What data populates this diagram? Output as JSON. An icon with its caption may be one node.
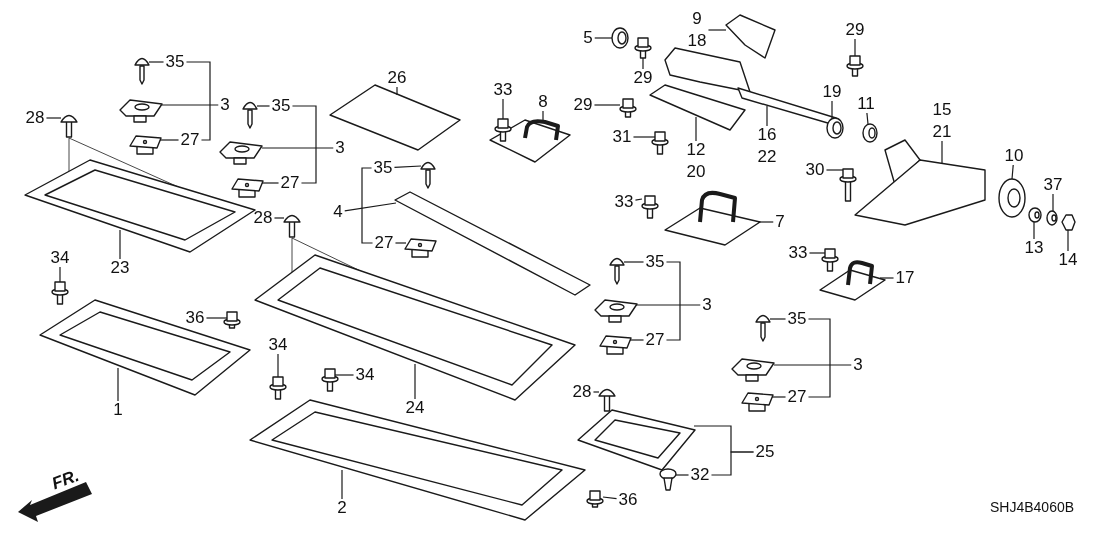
{
  "diagram": {
    "nodes": [
      {
        "text": [
          "9",
          "18"
        ]
      },
      {
        "text": [
          "5"
        ]
      },
      {
        "text": [
          "29"
        ]
      },
      {
        "text": [
          "35"
        ]
      },
      {
        "text": [
          "29"
        ]
      },
      {
        "text": [
          "26"
        ]
      },
      {
        "text": [
          "33"
        ]
      },
      {
        "text": [
          "19"
        ]
      },
      {
        "text": [
          "8"
        ]
      },
      {
        "text": [
          "11"
        ]
      },
      {
        "text": [
          "3"
        ]
      },
      {
        "text": [
          "35"
        ]
      },
      {
        "text": [
          "29"
        ]
      },
      {
        "text": [
          "15",
          "21"
        ]
      },
      {
        "text": [
          "28"
        ]
      },
      {
        "text": [
          "16",
          "22"
        ]
      },
      {
        "text": [
          "31"
        ]
      },
      {
        "text": [
          "27"
        ]
      },
      {
        "text": [
          "3"
        ]
      },
      {
        "text": [
          "12",
          "20"
        ]
      },
      {
        "text": [
          "10"
        ]
      },
      {
        "text": [
          "30"
        ]
      },
      {
        "text": [
          "27"
        ]
      },
      {
        "text": [
          "35"
        ]
      },
      {
        "text": [
          "37"
        ]
      },
      {
        "text": [
          "33"
        ]
      },
      {
        "text": [
          "4"
        ]
      },
      {
        "text": [
          "28"
        ]
      },
      {
        "text": [
          "7"
        ]
      },
      {
        "text": [
          "27"
        ]
      },
      {
        "text": [
          "13"
        ]
      },
      {
        "text": [
          "33"
        ]
      },
      {
        "text": [
          "34"
        ]
      },
      {
        "text": [
          "14"
        ]
      },
      {
        "text": [
          "35"
        ]
      },
      {
        "text": [
          "23"
        ]
      },
      {
        "text": [
          "17"
        ]
      },
      {
        "text": [
          "3"
        ]
      },
      {
        "text": [
          "36"
        ]
      },
      {
        "text": [
          "35"
        ]
      },
      {
        "text": [
          "27"
        ]
      },
      {
        "text": [
          "34"
        ]
      },
      {
        "text": [
          "3"
        ]
      },
      {
        "text": [
          "34"
        ]
      },
      {
        "text": [
          "28"
        ]
      },
      {
        "text": [
          "27"
        ]
      },
      {
        "text": [
          "24"
        ]
      },
      {
        "text": [
          "1"
        ]
      },
      {
        "text": [
          "36"
        ]
      },
      {
        "text": [
          "25"
        ]
      },
      {
        "text": [
          "32"
        ]
      },
      {
        "text": [
          "2"
        ]
      },
      {
        "text": [],
        "shape": "picture"
      },
      {
        "text": [],
        "shape": "picture"
      },
      {
        "text": [],
        "shape": "picture"
      },
      {
        "text": [],
        "shape": "picture"
      },
      {
        "text": [],
        "shape": "picture"
      },
      {
        "text": [],
        "shape": "picture"
      },
      {
        "text": [],
        "shape": "picture"
      },
      {
        "text": [],
        "shape": "picture"
      },
      {
        "text": [],
        "shape": "picture"
      },
      {
        "text": [],
        "shape": "picture"
      },
      {
        "text": [],
        "shape": "picture"
      },
      {
        "text": [],
        "shape": "picture"
      },
      {
        "text": [],
        "shape": "picture"
      },
      {
        "text": [],
        "shape": "picture"
      },
      {
        "text": [],
        "shape": "picture"
      },
      {
        "text": [],
        "shape": "picture"
      },
      {
        "text": [],
        "shape": "picture"
      },
      {
        "text": [],
        "shape": "picture"
      },
      {
        "text": [],
        "shape": "picture"
      },
      {
        "text": [],
        "shape": "picture"
      },
      {
        "text": [],
        "shape": "picture"
      },
      {
        "text": [],
        "shape": "picture"
      },
      {
        "text": [],
        "shape": "picture"
      },
      {
        "text": [],
        "shape": "picture"
      },
      {
        "text": [],
        "shape": "picture"
      },
      {
        "text": [],
        "shape": "picture"
      },
      {
        "text": [],
        "shape": "picture"
      },
      {
        "text": [],
        "shape": "picture"
      },
      {
        "text": [],
        "shape": "picture"
      },
      {
        "text": [],
        "shape": "picture"
      },
      {
        "text": [],
        "shape": "picture"
      },
      {
        "text": [],
        "shape": "picture"
      },
      {
        "text": [],
        "shape": "picture"
      },
      {
        "text": [],
        "shape": "picture"
      },
      {
        "text": [],
        "shape": "picture"
      },
      {
        "text": [],
        "shape": "picture"
      },
      {
        "text": [],
        "shape": "picture"
      },
      {
        "text": [],
        "shape": "picture"
      },
      {
        "text": [],
        "shape": "picture"
      },
      {
        "text": [],
        "shape": "picture"
      },
      {
        "text": [],
        "shape": "picture"
      },
      {
        "text": [],
        "shape": "picture"
      },
      {
        "text": [],
        "shape": "picture"
      },
      {
        "text": [],
        "shape": "picture"
      },
      {
        "text": [],
        "shape": "picture"
      },
      {
        "text": [],
        "shape": "picture"
      },
      {
        "text": [],
        "shape": "picture"
      },
      {
        "text": [],
        "shape": "picture"
      },
      {
        "text": [],
        "shape": "picture"
      },
      {
        "text": [],
        "shape": "picture"
      },
      {
        "text": [],
        "shape": "picture"
      },
      {
        "text": [],
        "shape": "picture"
      }
    ],
    "edges": [
      {
        "from": 0,
        "to": 52,
        "arrow": "none"
      },
      {
        "from": 1,
        "to": 53,
        "arrow": "none"
      },
      {
        "from": 2,
        "to": 56,
        "arrow": "none"
      },
      {
        "from": 3,
        "to": 55,
        "arrow": "none"
      },
      {
        "from": 4,
        "to": 54,
        "arrow": "none"
      },
      {
        "from": 5,
        "to": 58,
        "arrow": "none"
      },
      {
        "from": 6,
        "to": 65,
        "arrow": "none"
      },
      {
        "from": 7,
        "to": 66,
        "arrow": "none"
      },
      {
        "from": 8,
        "to": 63,
        "arrow": "none"
      },
      {
        "from": 9,
        "to": 67,
        "arrow": "none"
      },
      {
        "from": 10,
        "to": 61,
        "arrow": "none"
      },
      {
        "from": 11,
        "to": 62,
        "arrow": "none"
      },
      {
        "from": 12,
        "to": 60,
        "arrow": "none"
      },
      {
        "from": 13,
        "to": 71,
        "arrow": "none"
      },
      {
        "from": 14,
        "to": 64,
        "arrow": "none"
      },
      {
        "from": 15,
        "to": 57,
        "arrow": "none"
      },
      {
        "from": 16,
        "to": 68,
        "arrow": "none"
      },
      {
        "from": 17,
        "to": 69,
        "arrow": "none"
      },
      {
        "from": 18,
        "to": 70,
        "arrow": "none"
      },
      {
        "from": 19,
        "to": 59,
        "arrow": "none"
      },
      {
        "from": 20,
        "to": 76,
        "arrow": "none"
      },
      {
        "from": 21,
        "to": 73,
        "arrow": "none"
      },
      {
        "from": 22,
        "to": 74,
        "arrow": "none"
      },
      {
        "from": 23,
        "to": 75,
        "arrow": "none"
      },
      {
        "from": 24,
        "to": 80,
        "arrow": "none"
      },
      {
        "from": 25,
        "to": 78,
        "arrow": "none"
      },
      {
        "from": 26,
        "to": 77,
        "arrow": "none"
      },
      {
        "from": 27,
        "to": 82,
        "arrow": "none"
      },
      {
        "from": 28,
        "to": 83,
        "arrow": "none"
      },
      {
        "from": 29,
        "to": 84,
        "arrow": "none"
      },
      {
        "from": 30,
        "to": 79,
        "arrow": "none"
      },
      {
        "from": 31,
        "to": 85,
        "arrow": "none"
      },
      {
        "from": 32,
        "to": 89,
        "arrow": "none"
      },
      {
        "from": 33,
        "to": 81,
        "arrow": "none"
      },
      {
        "from": 34,
        "to": 87,
        "arrow": "none"
      },
      {
        "from": 35,
        "to": 72,
        "arrow": "none"
      },
      {
        "from": 36,
        "to": 88,
        "arrow": "none"
      },
      {
        "from": 37,
        "to": 90,
        "arrow": "none"
      },
      {
        "from": 38,
        "to": 92,
        "arrow": "none"
      },
      {
        "from": 39,
        "to": 93,
        "arrow": "none"
      },
      {
        "from": 40,
        "to": 94,
        "arrow": "none"
      },
      {
        "from": 41,
        "to": 97,
        "arrow": "none"
      },
      {
        "from": 42,
        "to": 95,
        "arrow": "none"
      },
      {
        "from": 43,
        "to": 96,
        "arrow": "none"
      },
      {
        "from": 44,
        "to": 98,
        "arrow": "none"
      },
      {
        "from": 45,
        "to": 99,
        "arrow": "none"
      },
      {
        "from": 46,
        "to": 86,
        "arrow": "none"
      },
      {
        "from": 47,
        "to": 91,
        "arrow": "none"
      },
      {
        "from": 48,
        "to": 102,
        "arrow": "none"
      },
      {
        "from": 49,
        "to": 100,
        "arrow": "none"
      },
      {
        "from": 50,
        "to": 103,
        "arrow": "none"
      },
      {
        "from": 51,
        "to": 101,
        "arrow": "none"
      },
      {
        "from": 49,
        "to": 50,
        "arrow": "none"
      },
      {
        "from": 3,
        "to": 17,
        "arrow": "none"
      },
      {
        "from": 11,
        "to": 22,
        "arrow": "none"
      },
      {
        "from": 23,
        "to": 29,
        "arrow": "none"
      },
      {
        "from": 34,
        "to": 40,
        "arrow": "none"
      },
      {
        "from": 39,
        "to": 45,
        "arrow": "none"
      }
    ],
    "labels": [
      "FR.",
      "SHJ4B4060B"
    ]
  }
}
